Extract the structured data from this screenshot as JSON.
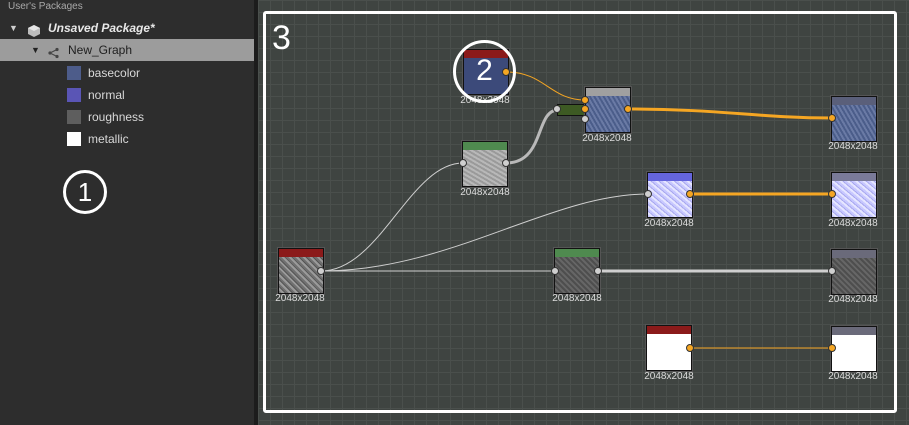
{
  "explorer": {
    "header": "User's Packages",
    "package": {
      "title": "Unsaved Package*"
    },
    "graph": {
      "title": "New_Graph"
    },
    "outputs": [
      {
        "label": "basecolor",
        "swatch_color": "#4d5c8a"
      },
      {
        "label": "normal",
        "swatch_color": "#5a55b5"
      },
      {
        "label": "roughness",
        "swatch_color": "#5e5e5e"
      },
      {
        "label": "metallic",
        "swatch_color": "#ffffff"
      }
    ]
  },
  "callouts": {
    "one": "1",
    "two": "2",
    "three": "3"
  },
  "graph": {
    "resolution_label": "2048x2048",
    "nodes": [
      {
        "id": "grunge-source",
        "header_color": "#8b1a1a",
        "body_color": "#808080"
      },
      {
        "id": "color-source",
        "header_color": "#8b1a1a",
        "body_color": "#3c4a7a"
      },
      {
        "id": "gradient-map",
        "header_color": "#4f8a4f",
        "body_color": "#9a9a9a"
      },
      {
        "id": "blend",
        "header_color": "#a0a0a0",
        "body_color": "#55678f"
      },
      {
        "id": "normal-node",
        "header_color": "#6565dd",
        "body_color": "#c8c8ff"
      },
      {
        "id": "roughness-levels",
        "header_color": "#4f8a4f",
        "body_color": "#5a5a5a"
      },
      {
        "id": "metallic-uniform",
        "header_color": "#8b1a1a",
        "body_color": "#ffffff"
      },
      {
        "id": "output-basecolor",
        "header_color": "#5a5f7a",
        "body_color": "#55678f"
      },
      {
        "id": "output-normal",
        "header_color": "#7a7a99",
        "body_color": "#c8c8ff"
      },
      {
        "id": "output-roughness",
        "header_color": "#6a6a7a",
        "body_color": "#5a5a5a"
      },
      {
        "id": "output-metallic",
        "header_color": "#6a6a7a",
        "body_color": "#ffffff"
      }
    ]
  }
}
